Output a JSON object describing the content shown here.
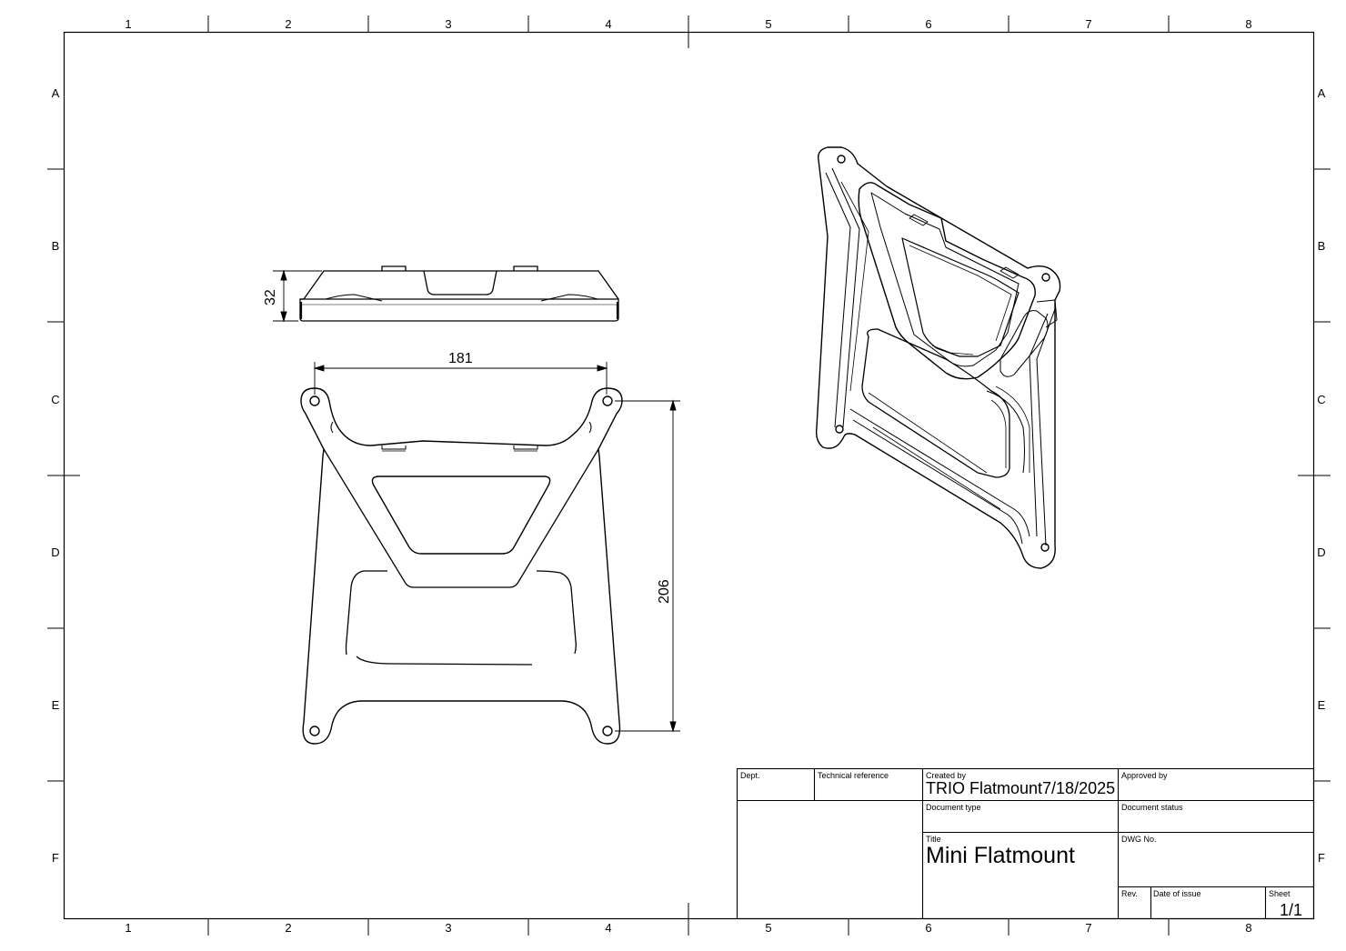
{
  "border": {
    "columns": [
      "1",
      "2",
      "3",
      "4",
      "5",
      "6",
      "7",
      "8"
    ],
    "rows": [
      "A",
      "B",
      "C",
      "D",
      "E",
      "F"
    ]
  },
  "dimensions": {
    "height": "32",
    "width": "181",
    "length": "206"
  },
  "title_block": {
    "dept_label": "Dept.",
    "tech_ref_label": "Technical reference",
    "created_by_label": "Created by",
    "created_by_value": "TRIO Flatmount7/18/2025",
    "approved_by_label": "Approved by",
    "doc_type_label": "Document type",
    "doc_status_label": "Document status",
    "title_label": "Title",
    "title_value": "Mini Flatmount",
    "dwg_no_label": "DWG No.",
    "rev_label": "Rev.",
    "date_issue_label": "Date of issue",
    "sheet_label": "Sheet",
    "sheet_value": "1/1"
  }
}
